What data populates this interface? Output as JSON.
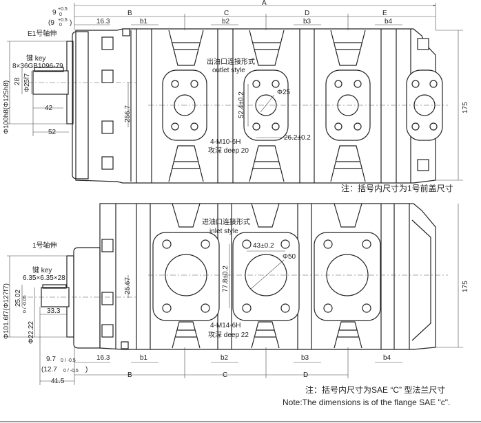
{
  "top_view": {
    "dims": {
      "A": "A",
      "B": "B",
      "C": "C",
      "D": "D",
      "E": "E",
      "b1": "b1",
      "b2": "b2",
      "b3": "b3",
      "b4": "b4",
      "flange_offset": "16.3",
      "pilot": "9",
      "pilot_tol_up": "+0.5",
      "pilot_tol_low": "0",
      "pilot_alt": "(9",
      "pilot_alt_tol_up": "+0.5",
      "pilot_alt_tol_low": "0",
      "pilot_alt_close": ")",
      "shaft_dia_pilot": "Φ100h8(Φ125h8)",
      "key_height": "28",
      "shaft_dia": "Φ25f7",
      "shaft_len_key": "42",
      "shaft_len": "52",
      "bolt_span": "256.7",
      "height": "175",
      "port_pitch_v": "52.4±0.2",
      "port_pitch_h": "26.2±0.2",
      "port_dia": "Φ25"
    },
    "shaft_label": "E1号轴伸",
    "key_label": "键 key",
    "key_spec": "8×36GB1096-79",
    "outlet_label_cn": "出油口连接形式",
    "outlet_label_en": "outlet style",
    "thread_spec": "4-M10-6H",
    "thread_depth": "攻深 deep 20",
    "note": "注：括号内尺寸为1号前盖尺寸"
  },
  "bottom_view": {
    "dims": {
      "B": "B",
      "C": "C",
      "D": "D",
      "b1": "b1",
      "b2": "b2",
      "b3": "b3",
      "b4": "b4",
      "flange_offset": "16.3",
      "pilot": "9.7",
      "pilot_tol": "0 / -0.5",
      "pilot_alt": "(12.7",
      "pilot_alt_tol": "0 / -0.5",
      "pilot_alt_close": ")",
      "shaft_total": "41.5",
      "shaft_dia_pilot": "Φ101.6f7(Φ127f7)",
      "key_height": "25.02",
      "shaft_dia": "Φ22.22",
      "shaft_dia_tol": "0 / -0.05",
      "shaft_len_key": "33.3",
      "bolt_span": "25.67",
      "height": "175",
      "port_pitch_v": "77.8±0.2",
      "port_pitch_h": "43±0.2",
      "port_dia": "Φ50"
    },
    "shaft_label": "1号轴伸",
    "key_label": "键 key",
    "key_spec": "6.35×6.35×28",
    "inlet_label_cn": "进油口连接形式",
    "inlet_label_en": "inlet style",
    "thread_spec": "4-M14-6H",
    "thread_depth": "攻深 deep 22",
    "note_cn": "注：括号内尺寸为SAE “C” 型法兰尺寸",
    "note_en": "Note:The dimensions is of the flange SAE \"c\"."
  }
}
